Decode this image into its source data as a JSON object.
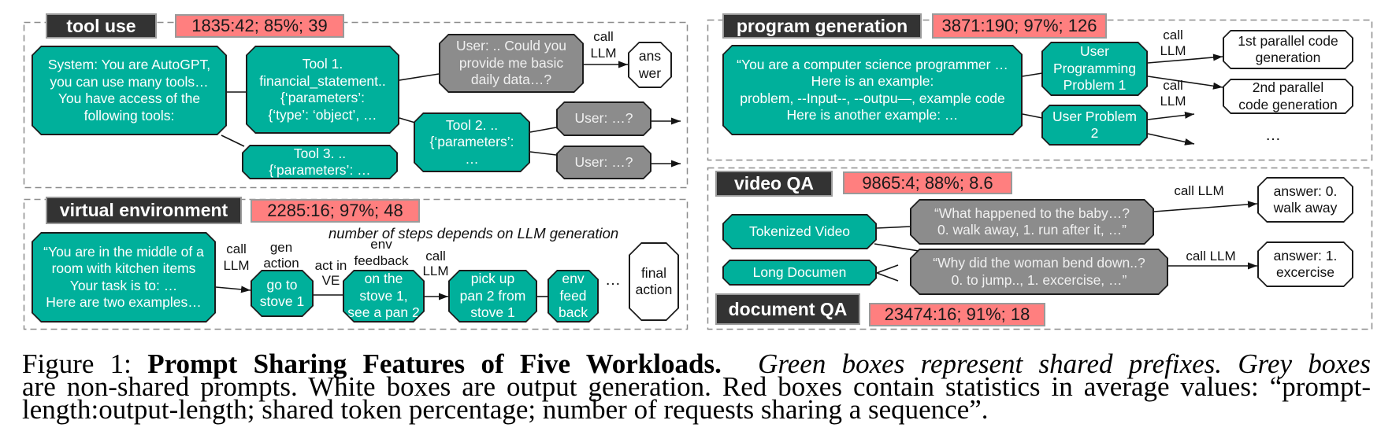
{
  "colors": {
    "shared_prefix_green": "#00B09B",
    "non_shared_grey": "#8C8C8C",
    "output_white": "#FFFFFF",
    "statistics_red": "#FF7F7F",
    "workload_label_dark": "#333333"
  },
  "tool_use": {
    "label": "tool use",
    "stats": "1835:42; 85%; 39",
    "system_prompt": "System: You are AutoGPT,\nyou can use many tools…\nYou have access of the\nfollowing tools:",
    "tool1": "Tool 1.\nfinancial_statement..\n{‘parameters’:\n{‘type’: ‘object’, …",
    "tool2": "Tool 2. ..\n{‘parameters’:\n…",
    "tool3": "Tool 3. ..\n{‘parameters’: …",
    "user_query": "User: .. Could you\nprovide me basic\ndaily data…?",
    "edge_call_llm": "call\nLLM",
    "answer": "ans\nwer",
    "user_query_2": "User: …?",
    "user_query_3": "User: …?"
  },
  "virtual_environment": {
    "label": "virtual environment",
    "stats": "2285:16; 97%; 48",
    "note": "number of steps depends on LLM generation",
    "system_prompt": "“You are in the middle of a\nroom with kitchen items\nYour task is to: …\nHere are two examples…",
    "edge_call_llm_1": "call\nLLM",
    "edge_gen_action": "gen\naction",
    "step1": "go to\nstove 1",
    "edge_act_in_ve": "act in\nVE",
    "edge_env_feedback": "env\nfeedback",
    "step2": "on the\nstove 1,\nsee a pan 2",
    "edge_call_llm_2": "call\nLLM",
    "step3": "pick up\npan 2 from\nstove 1",
    "step4": "env\nfeed\nback",
    "ellipsis": "…",
    "final": "final\naction"
  },
  "program_generation": {
    "label": "program generation",
    "stats": "3871:190; 97%; 126",
    "system_prompt": "“You are a computer science programmer …\nHere is an example:\nproblem, --Input--, --outpu—, example code\nHere is another example: …",
    "problem1": "User\nProgramming\nProblem 1",
    "problem2": "User Problem\n2",
    "edge_call_llm_1": "call\nLLM",
    "edge_call_llm_2": "call\nLLM",
    "output1": "1st parallel code\ngeneration",
    "output2": "2nd parallel\ncode generation",
    "ellipsis": "…"
  },
  "video_qa": {
    "label": "video QA",
    "stats": "9865:4; 88%; 8.6",
    "tokenized_video": "Tokenized Video",
    "question1": "“What happened to the baby…?\n0. walk away, 1. run after it, …”",
    "question2": "“Why did the woman bend down..?\n0. to jump.., 1. excercise, …”",
    "edge_call_llm_1": "call LLM",
    "edge_call_llm_2": "call LLM",
    "answer1": "answer: 0.\nwalk away",
    "answer2": "answer: 1.\nexcercise"
  },
  "document_qa": {
    "label": "document QA",
    "stats": "23474:16; 91%; 18",
    "long_document": "Long Documen"
  },
  "caption": {
    "figure_label": "Figure 1:",
    "title": "Prompt Sharing Features of Five Workloads.",
    "description_lines": [
      "Green boxes represent shared prefixes. Grey boxes",
      "are non-shared prompts. White boxes are output generation. Red boxes contain statistics in average values: “prompt-",
      "length:output-length; shared token percentage; number of requests sharing a sequence”."
    ]
  }
}
